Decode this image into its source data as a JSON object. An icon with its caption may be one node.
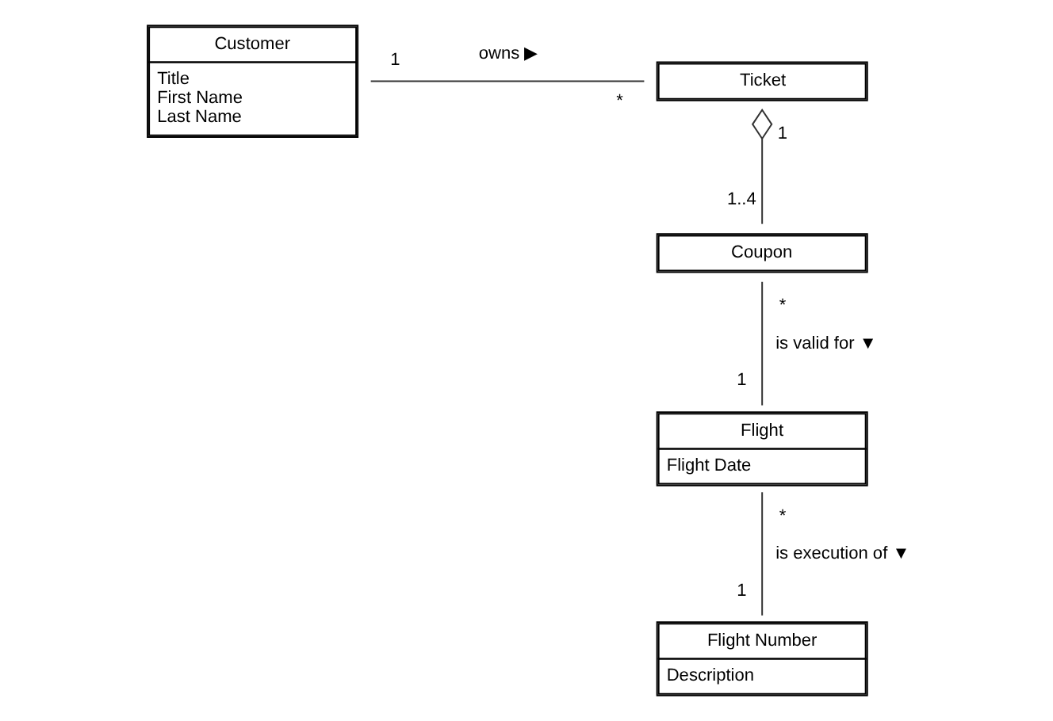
{
  "diagram": {
    "nodes": [
      {
        "text": [
          "Customer",
          "Title",
          "First Name",
          "Last Name"
        ]
      },
      {
        "text": [
          "Ticket"
        ]
      },
      {
        "text": [
          "Coupon"
        ]
      },
      {
        "text": [
          "Flight",
          "Flight Date"
        ]
      },
      {
        "text": [
          "Flight Number",
          "Description"
        ]
      }
    ],
    "edges": [
      {
        "from": 0,
        "to": 1,
        "arrow": "none",
        "label": "owns ▶"
      },
      {
        "from": 1,
        "to": 2,
        "arrow": "other"
      },
      {
        "from": 2,
        "to": 3,
        "arrow": "none",
        "label": "is valid for ▼"
      },
      {
        "from": 3,
        "to": 4,
        "arrow": "none",
        "label": "is execution of ▼"
      }
    ],
    "labels": [
      "1",
      "*",
      "1",
      "1..4",
      "*",
      "1",
      "*",
      "1"
    ]
  }
}
